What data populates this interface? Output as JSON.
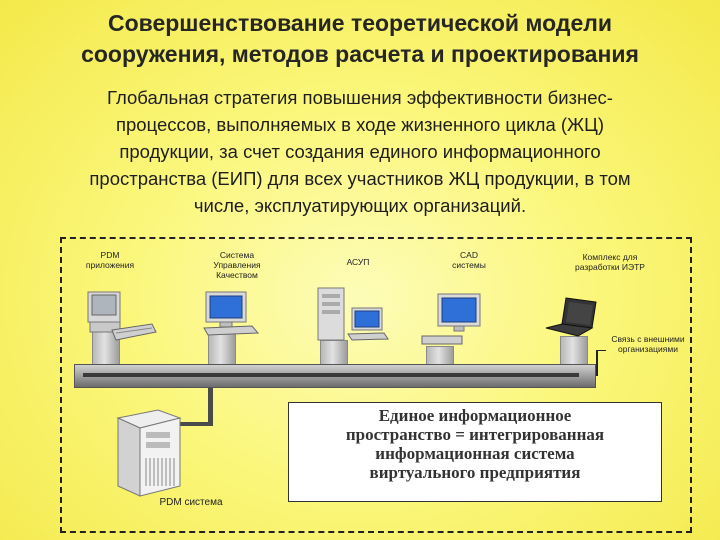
{
  "title": {
    "line1": "Совершенствование теоретической модели",
    "line2": "сооружения, методов расчета и проектирования"
  },
  "subtitle": {
    "line1": "Глобальная стратегия повышения эффективности бизнес-",
    "line2": "процессов, выполняемых в ходе жизненного цикла (ЖЦ)",
    "line3": "продукции, за счет создания единого информационного",
    "line4": "пространства (ЕИП) для всех участников ЖЦ продукции, в том",
    "line5": "числе, эксплуатирующих организаций."
  },
  "nodes": {
    "pdm_apps": {
      "line1": "PDM",
      "line2": "приложения"
    },
    "quality": {
      "line1": "Система",
      "line2": "Управления",
      "line3": "Качеством"
    },
    "asup": {
      "line1": "АСУП"
    },
    "cad": {
      "line1": "CAD",
      "line2": "системы"
    },
    "ietr": {
      "line1": "Комплекс для",
      "line2": "разработки ИЭТР"
    },
    "external": {
      "line1": "Связь с внешними",
      "line2": "организациями"
    },
    "pdm_system": {
      "line1": "PDM система"
    }
  },
  "info_box": {
    "line1": "Единое информационное",
    "line2": "пространство = интегрированная",
    "line3": "информационная система",
    "line4": "виртуального предприятия"
  },
  "colors": {
    "background": "#fbf77c",
    "bus": "#9a9a9a",
    "screen": "#2f6fd8",
    "text": "#262626"
  }
}
